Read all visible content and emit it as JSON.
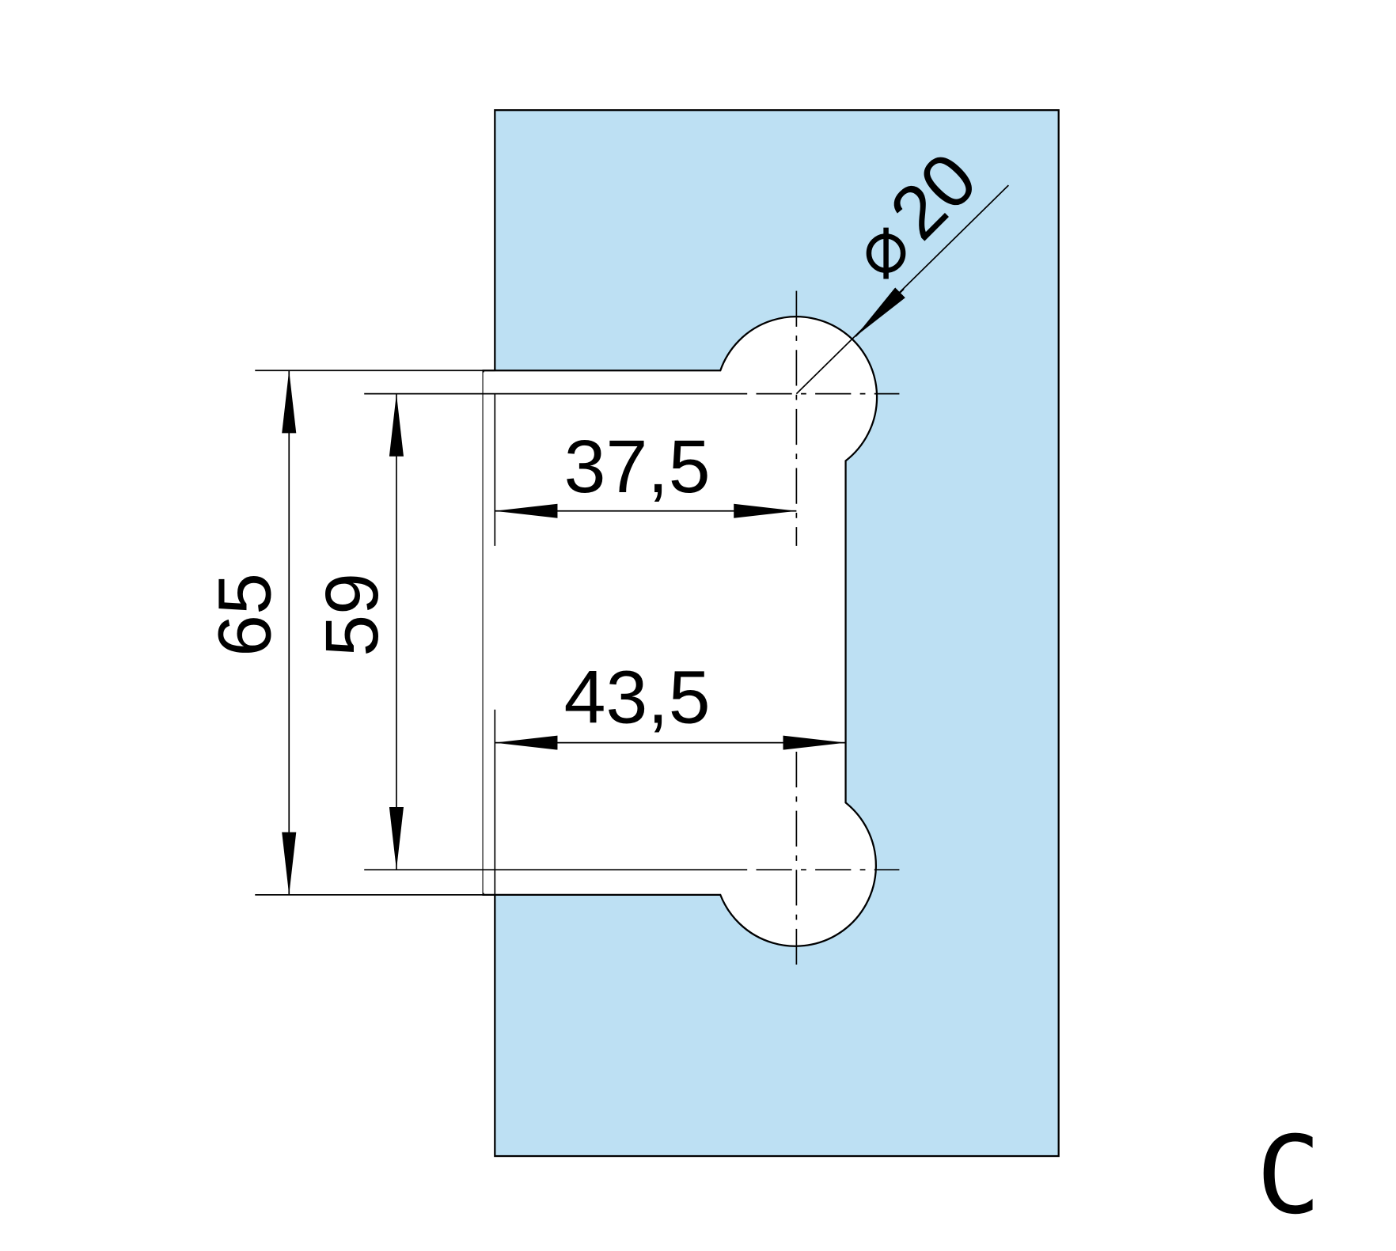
{
  "drawing": {
    "colors": {
      "glass": "#bde0f3",
      "line": "#000000"
    },
    "dimensions": {
      "overall_height": "65",
      "hole_spacing": "59",
      "hole_offset": "37,5",
      "notch_depth": "43,5",
      "hole_diameter_symbol": "⌀",
      "hole_diameter": "20"
    },
    "view_label": "C"
  }
}
